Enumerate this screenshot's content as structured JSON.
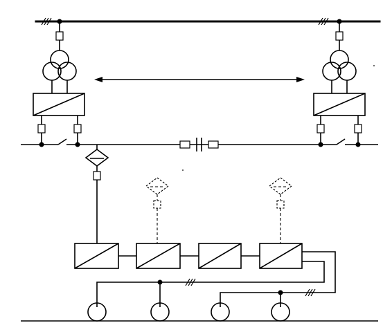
{
  "diagram": {
    "labels": [],
    "description_elements": {
      "substations": 2,
      "converter_units": 4,
      "motor_loads": 4,
      "optional_units_dashed": 2
    }
  }
}
